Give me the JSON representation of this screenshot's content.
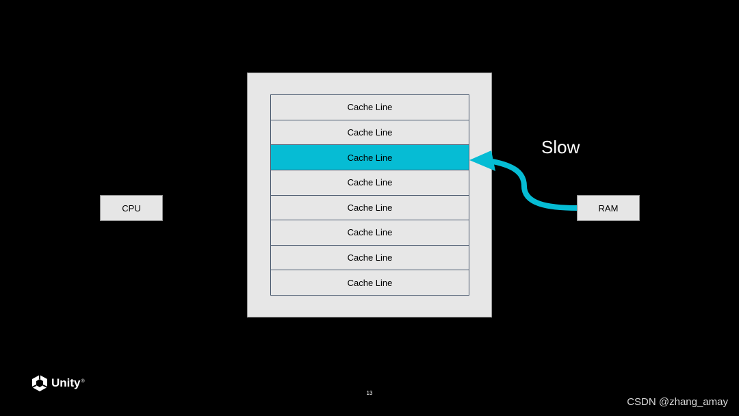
{
  "cpu": {
    "label": "CPU"
  },
  "ram": {
    "label": "RAM"
  },
  "cache": {
    "lines": [
      {
        "label": "Cache Line",
        "highlighted": false
      },
      {
        "label": "Cache Line",
        "highlighted": false
      },
      {
        "label": "Cache Line",
        "highlighted": true
      },
      {
        "label": "Cache Line",
        "highlighted": false
      },
      {
        "label": "Cache Line",
        "highlighted": false
      },
      {
        "label": "Cache Line",
        "highlighted": false
      },
      {
        "label": "Cache Line",
        "highlighted": false
      },
      {
        "label": "Cache Line",
        "highlighted": false
      }
    ],
    "highlight_color": "#06bcd4"
  },
  "arrow": {
    "label": "Slow",
    "color": "#06bcd4",
    "icon": "curved-arrow-icon"
  },
  "footer": {
    "brand": "Unity",
    "brand_icon": "unity-cube-icon",
    "page_number": "13",
    "watermark": "CSDN @zhang_amay"
  }
}
